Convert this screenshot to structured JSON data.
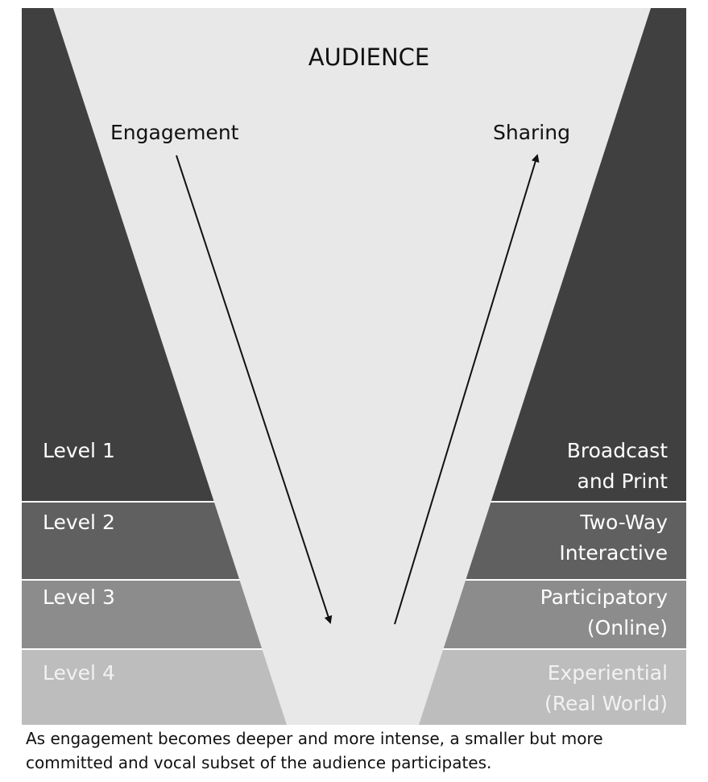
{
  "title": "AUDIENCE",
  "flows": {
    "left_label": "Engagement",
    "right_label": "Sharing"
  },
  "levels": [
    {
      "level": "Level 1",
      "name": "Broadcast\nand Print",
      "color": "#404040",
      "text_color": "#ffffff"
    },
    {
      "level": "Level 2",
      "name": "Two-Way\nInteractive",
      "color": "#606060",
      "text_color": "#ffffff"
    },
    {
      "level": "Level 3",
      "name": "Participatory\n(Online)",
      "color": "#8c8c8c",
      "text_color": "#ffffff"
    },
    {
      "level": "Level 4",
      "name": "Experiential\n(Real World)",
      "color": "#bdbdbd",
      "text_color": "#f2f2f2"
    }
  ],
  "funnel_color": "#e8e8e8",
  "caption": "As engagement becomes deeper and more intense, a smaller but more committed and vocal subset of the audience participates."
}
